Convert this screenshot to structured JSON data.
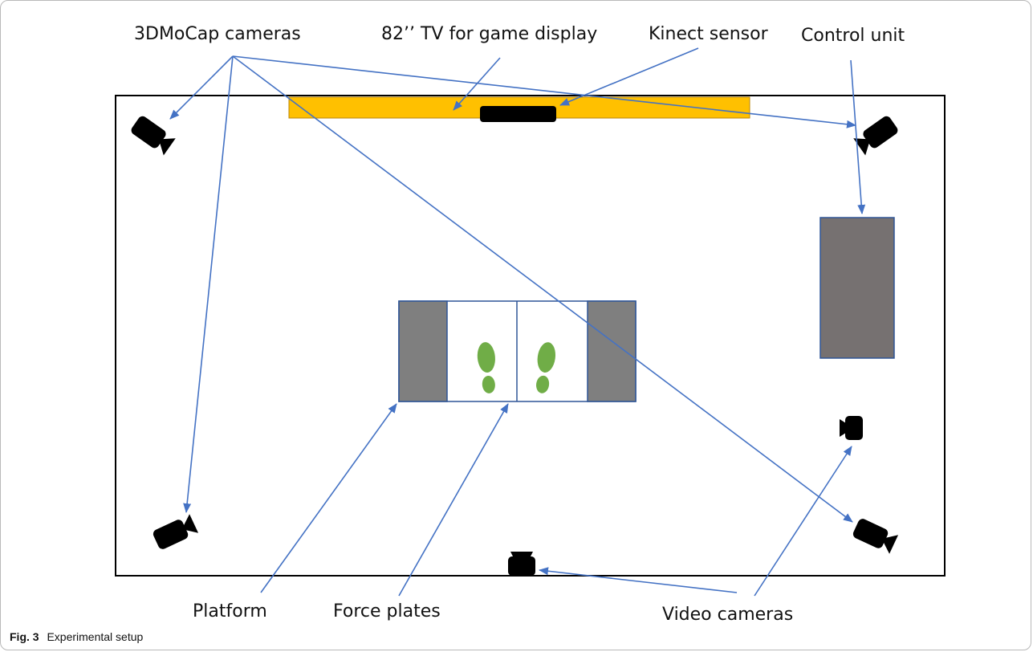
{
  "labels": {
    "mocap_cameras": "3DMoCap cameras",
    "tv": "82’’ TV for game display",
    "kinect": "Kinect sensor",
    "control_unit": "Control unit",
    "platform": "Platform",
    "force_plates": "Force plates",
    "video_cameras": "Video cameras"
  },
  "caption": {
    "fig_number": "Fig. 3",
    "text": "Experimental setup"
  },
  "colors": {
    "arrow": "#4472C4",
    "tv": "#FFC000",
    "platform_side": "#7F7F7F",
    "control_unit": "#767171",
    "footprint": "#70AD47",
    "device": "#000000"
  }
}
